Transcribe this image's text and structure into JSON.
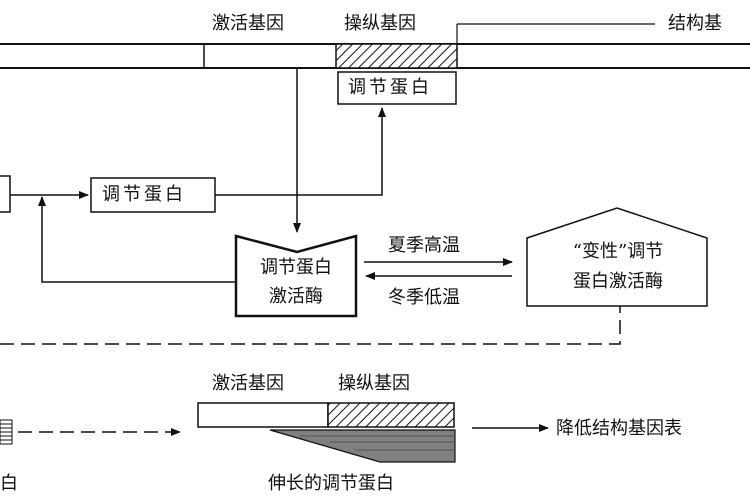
{
  "top": {
    "activation_gene": "激活基因",
    "operator_gene": "操纵基因",
    "structural_gene": "结构基",
    "regulatory_protein": "调节蛋白"
  },
  "middle": {
    "regulatory_protein": "调节蛋白",
    "activase_line1": "调节蛋白",
    "activase_line2": "激活酶",
    "summer": "夏季高温",
    "winter": "冬季低温",
    "denatured_line1": "“变性”调节",
    "denatured_line2": "蛋白激活酶"
  },
  "bottom": {
    "activation_gene": "激活基因",
    "operator_gene": "操纵基因",
    "result": "降低结构基因表",
    "elongated_protein": "伸长的调节蛋白",
    "left_partial": "白"
  }
}
